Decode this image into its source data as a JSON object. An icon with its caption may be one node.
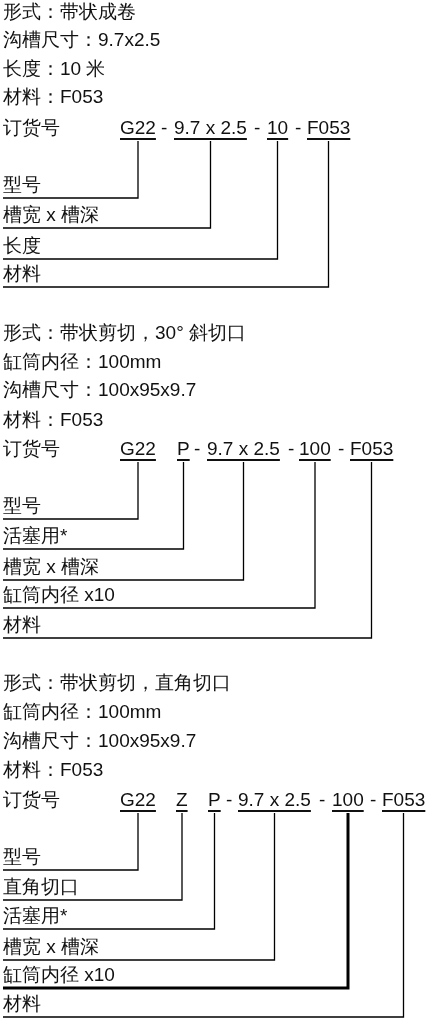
{
  "diagram": {
    "nodes": [
      {
        "text": [
          "G22"
        ]
      },
      {
        "text": [
          "9.7 x 2.5"
        ]
      },
      {
        "text": [
          "10"
        ]
      },
      {
        "text": [
          "F053"
        ]
      },
      {
        "text": [
          "型号"
        ]
      },
      {
        "text": [
          "槽宽 x 槽深"
        ]
      },
      {
        "text": [
          "长度"
        ]
      },
      {
        "text": [
          "材料"
        ]
      },
      {
        "text": [
          "G22"
        ]
      },
      {
        "text": [
          "P"
        ]
      },
      {
        "text": [
          "9.7 x 2.5"
        ]
      },
      {
        "text": [
          "100"
        ]
      },
      {
        "text": [
          "F053"
        ]
      },
      {
        "text": [
          "型号"
        ]
      },
      {
        "text": [
          "活塞用*"
        ]
      },
      {
        "text": [
          "槽宽 x 槽深"
        ]
      },
      {
        "text": [
          "缸筒内径 x10"
        ]
      },
      {
        "text": [
          "材料"
        ]
      },
      {
        "text": [
          "G22"
        ]
      },
      {
        "text": [
          "Z"
        ]
      },
      {
        "text": [
          "P"
        ]
      },
      {
        "text": [
          "9.7 x 2.5"
        ]
      },
      {
        "text": [
          "100"
        ]
      },
      {
        "text": [
          "F053"
        ]
      },
      {
        "text": [
          "型号"
        ]
      },
      {
        "text": [
          "直角切口"
        ]
      },
      {
        "text": [
          "活塞用*"
        ]
      },
      {
        "text": [
          "槽宽 x 槽深"
        ]
      },
      {
        "text": [
          "缸筒内径 x10"
        ]
      },
      {
        "text": [
          "材料"
        ]
      }
    ],
    "edges": [
      {
        "from": 0,
        "to": 4,
        "arrow": "none"
      },
      {
        "from": 1,
        "to": 5,
        "arrow": "none"
      },
      {
        "from": 2,
        "to": 6,
        "arrow": "none"
      },
      {
        "from": 3,
        "to": 7,
        "arrow": "none"
      },
      {
        "from": 8,
        "to": 13,
        "arrow": "none"
      },
      {
        "from": 9,
        "to": 14,
        "arrow": "none"
      },
      {
        "from": 10,
        "to": 15,
        "arrow": "none"
      },
      {
        "from": 11,
        "to": 16,
        "arrow": "none"
      },
      {
        "from": 12,
        "to": 17,
        "arrow": "none"
      },
      {
        "from": 18,
        "to": 24,
        "arrow": "none"
      },
      {
        "from": 19,
        "to": 25,
        "arrow": "none"
      },
      {
        "from": 20,
        "to": 26,
        "arrow": "none"
      },
      {
        "from": 21,
        "to": 27,
        "arrow": "none"
      },
      {
        "from": 22,
        "to": 28,
        "arrow": "none",
        "style": "thick"
      },
      {
        "from": 23,
        "to": 29,
        "arrow": "none"
      }
    ],
    "labels": [
      "形式：带状成卷",
      "沟槽尺寸：9.7x2.5",
      "长度：10 米",
      "材料：F053",
      "订货号",
      "-",
      "-",
      "-",
      "形式：带状剪切，30° 斜切口",
      "缸筒内径：100mm",
      "沟槽尺寸：100x95x9.7",
      "材料：F053",
      "订货号",
      "-",
      "-",
      "-",
      "形式：带状剪切，直角切口",
      "缸筒内径：100mm",
      "沟槽尺寸：100x95x9.7",
      "材料：F053",
      "订货号",
      "-",
      "-",
      "-"
    ]
  }
}
